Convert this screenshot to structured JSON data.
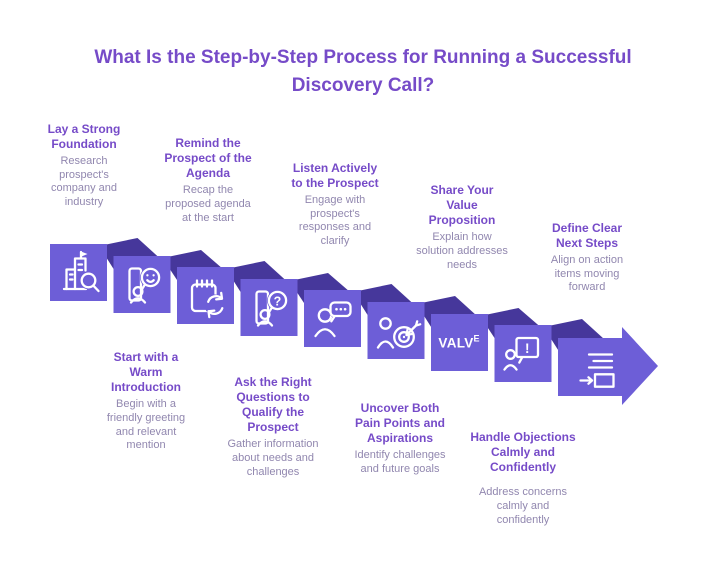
{
  "title": "What Is the Step-by-Step Process for Running a Successful\nDiscovery Call?",
  "colors": {
    "accent": "#6D5ED7",
    "fold": "#46379B",
    "heading": "#764BC8",
    "body": "#9187AF"
  },
  "steps": [
    {
      "title": "Lay a Strong\nFoundation",
      "description": "Research\nprospect's\ncompany and\nindustry",
      "icon": "building-search-icon",
      "label_position": "above"
    },
    {
      "title": "Start with a\nWarm\nIntroduction",
      "description": "Begin with a\nfriendly greeting\nand relevant\nmention",
      "icon": "friendly-greeting-icon",
      "label_position": "below"
    },
    {
      "title": "Remind the\nProspect of the\nAgenda",
      "description": "Recap the\nproposed agenda\nat the start",
      "icon": "agenda-refresh-icon",
      "label_position": "above"
    },
    {
      "title": "Ask the Right\nQuestions to\nQualify the\nProspect",
      "description": "Gather information\nabout needs and\nchallenges",
      "icon": "question-bubble-icon",
      "icon_glyph": "?",
      "label_position": "below"
    },
    {
      "title": "Listen Actively\nto the Prospect",
      "description": "Engage with\nprospect's\nresponses and\nclarify",
      "icon": "listening-chat-icon",
      "label_position": "above"
    },
    {
      "title": "Uncover Both\nPain Points and\nAspirations",
      "description": "Identify challenges\nand future goals",
      "icon": "target-goals-icon",
      "label_position": "below"
    },
    {
      "title": "Share Your\nValue\nProposition",
      "description": "Explain how\nsolution addresses\nneeds",
      "icon": "value-wordmark-icon",
      "icon_text": "VALV",
      "icon_text_sup": "E",
      "label_position": "above"
    },
    {
      "title": "Handle Objections\nCalmly and\nConfidently",
      "description": "Address concerns\ncalmly and\nconfidently",
      "icon": "exclamation-bubble-icon",
      "icon_glyph": "!",
      "label_position": "below"
    },
    {
      "title": "Define Clear\nNext Steps",
      "description": "Align on action\nitems moving\nforward",
      "icon": "next-steps-list-icon",
      "label_position": "above"
    }
  ]
}
